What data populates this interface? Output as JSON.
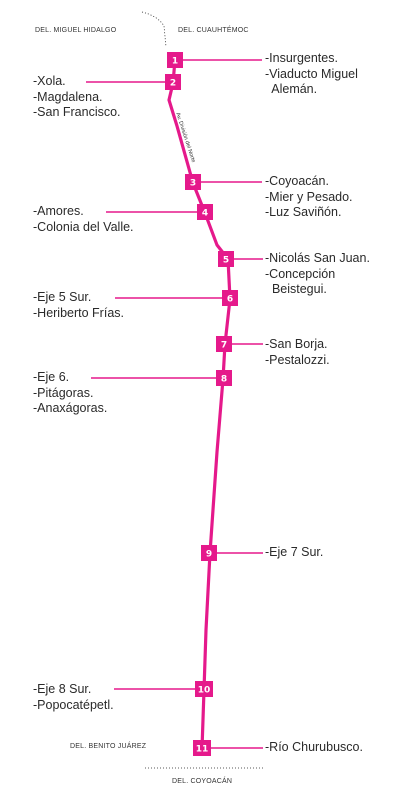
{
  "districts": {
    "top_left": "DEL. MIGUEL HIDALGO",
    "top_right": "DEL. CUAUHTÉMOC",
    "bottom_top": "DEL. BENITO JUÁREZ",
    "bottom_bottom": "DEL. COYOACÁN"
  },
  "street_label": "Av. División del Norte",
  "route_color": "#e5198b",
  "stations": [
    {
      "number": "1",
      "labels": [
        "-Insurgentes.",
        "-Viaducto Miguel",
        "  Alemán."
      ]
    },
    {
      "number": "2",
      "labels": [
        "-Xola.",
        "-Magdalena.",
        "-San Francisco."
      ]
    },
    {
      "number": "3",
      "labels": [
        "-Coyoacán.",
        "-Mier y Pesado.",
        "-Luz Saviñón."
      ]
    },
    {
      "number": "4",
      "labels": [
        "-Amores.",
        "-Colonia del Valle."
      ]
    },
    {
      "number": "5",
      "labels": [
        "-Nicolás San Juan.",
        "-Concepción",
        "  Beistegui."
      ]
    },
    {
      "number": "6",
      "labels": [
        "-Eje 5 Sur.",
        "-Heriberto Frías."
      ]
    },
    {
      "number": "7",
      "labels": [
        "-San Borja.",
        "-Pestalozzi."
      ]
    },
    {
      "number": "8",
      "labels": [
        "-Eje 6.",
        "-Pitágoras.",
        "-Anaxágoras."
      ]
    },
    {
      "number": "9",
      "labels": [
        "-Eje 7 Sur."
      ]
    },
    {
      "number": "10",
      "labels": [
        "-Eje 8 Sur.",
        "-Popocatépetl."
      ]
    },
    {
      "number": "11",
      "labels": [
        "-Río Churubusco."
      ]
    }
  ]
}
